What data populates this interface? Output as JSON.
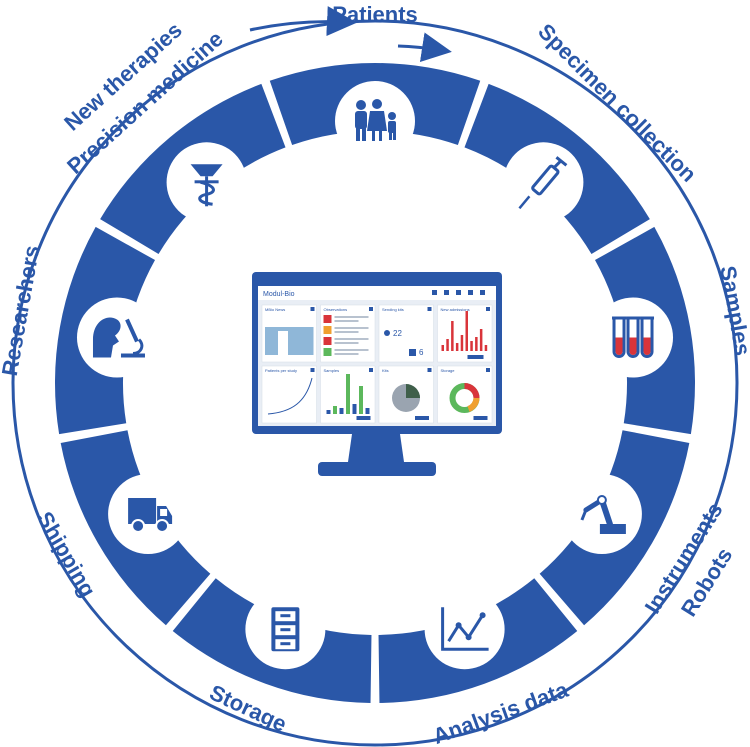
{
  "colors": {
    "primary": "#2a57a8",
    "white": "#ffffff",
    "screen_bg": "#e9eef5",
    "panel_bg": "#ffffff",
    "accent_red": "#d9343a",
    "accent_green": "#5cb85c",
    "accent_orange": "#f0a030",
    "accent_gray": "#9aa4b0"
  },
  "stages": [
    {
      "id": "patients",
      "label": "Patients",
      "icon": "family-icon"
    },
    {
      "id": "specimen",
      "label": "Specimen collection",
      "icon": "syringe-icon"
    },
    {
      "id": "samples",
      "label": "Samples",
      "icon": "test-tubes-icon"
    },
    {
      "id": "instruments",
      "label_line1": "Instruments",
      "label_line2": "Robots",
      "icon": "robot-arm-icon"
    },
    {
      "id": "analysis",
      "label": "Analysis data",
      "icon": "line-chart-icon"
    },
    {
      "id": "storage",
      "label": "Storage",
      "icon": "storage-cabinet-icon"
    },
    {
      "id": "shipping",
      "label": "Shipping",
      "icon": "truck-icon"
    },
    {
      "id": "researchers",
      "label": "Researchers",
      "icon": "researcher-microscope-icon"
    },
    {
      "id": "therapies",
      "label_line1": "New therapies",
      "label_line2": "Precision medicine",
      "icon": "caduceus-icon"
    }
  ],
  "monitor": {
    "app_title": "Modul-Bio",
    "widgets": [
      {
        "title": "MBio News"
      },
      {
        "title": "Observations"
      },
      {
        "title": "Sending kits"
      },
      {
        "title": "New admissions"
      },
      {
        "title": "Patients per study"
      },
      {
        "title": "Samples"
      },
      {
        "title": "Kits"
      },
      {
        "title": "Storage"
      }
    ],
    "counts": [
      "22",
      "6"
    ]
  }
}
